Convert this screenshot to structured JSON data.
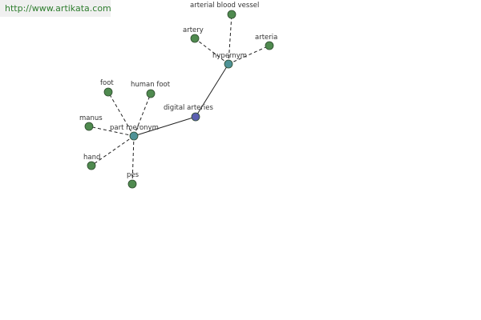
{
  "banner": {
    "url": "http://www.artikata.com"
  },
  "colors": {
    "center_node": "#5b5fb0",
    "relation_node": "#4e9296",
    "leaf_node": "#4f8a4f",
    "node_stroke": "#2d4a2d"
  },
  "nodes": [
    {
      "id": "digital_arteries",
      "label": "digital arteries",
      "kind": "center"
    },
    {
      "id": "hypernym",
      "label": "hypernym",
      "kind": "relation"
    },
    {
      "id": "part_meronym",
      "label": "part meronym",
      "kind": "relation"
    },
    {
      "id": "arterial_blood_vessel",
      "label": "arterial blood vessel",
      "kind": "leaf"
    },
    {
      "id": "artery",
      "label": "artery",
      "kind": "leaf"
    },
    {
      "id": "arteria",
      "label": "arteria",
      "kind": "leaf"
    },
    {
      "id": "foot",
      "label": "foot",
      "kind": "leaf"
    },
    {
      "id": "human_foot",
      "label": "human foot",
      "kind": "leaf"
    },
    {
      "id": "manus",
      "label": "manus",
      "kind": "leaf"
    },
    {
      "id": "hand",
      "label": "hand",
      "kind": "leaf"
    },
    {
      "id": "pes",
      "label": "pes",
      "kind": "leaf"
    }
  ],
  "edges": [
    {
      "from": "digital_arteries",
      "to": "hypernym",
      "style": "solid"
    },
    {
      "from": "digital_arteries",
      "to": "part_meronym",
      "style": "solid"
    },
    {
      "from": "hypernym",
      "to": "arterial_blood_vessel",
      "style": "dashed"
    },
    {
      "from": "hypernym",
      "to": "artery",
      "style": "dashed"
    },
    {
      "from": "hypernym",
      "to": "arteria",
      "style": "dashed"
    },
    {
      "from": "part_meronym",
      "to": "foot",
      "style": "dashed"
    },
    {
      "from": "part_meronym",
      "to": "human_foot",
      "style": "dashed"
    },
    {
      "from": "part_meronym",
      "to": "manus",
      "style": "dashed"
    },
    {
      "from": "part_meronym",
      "to": "hand",
      "style": "dashed"
    },
    {
      "from": "part_meronym",
      "to": "pes",
      "style": "dashed"
    }
  ]
}
